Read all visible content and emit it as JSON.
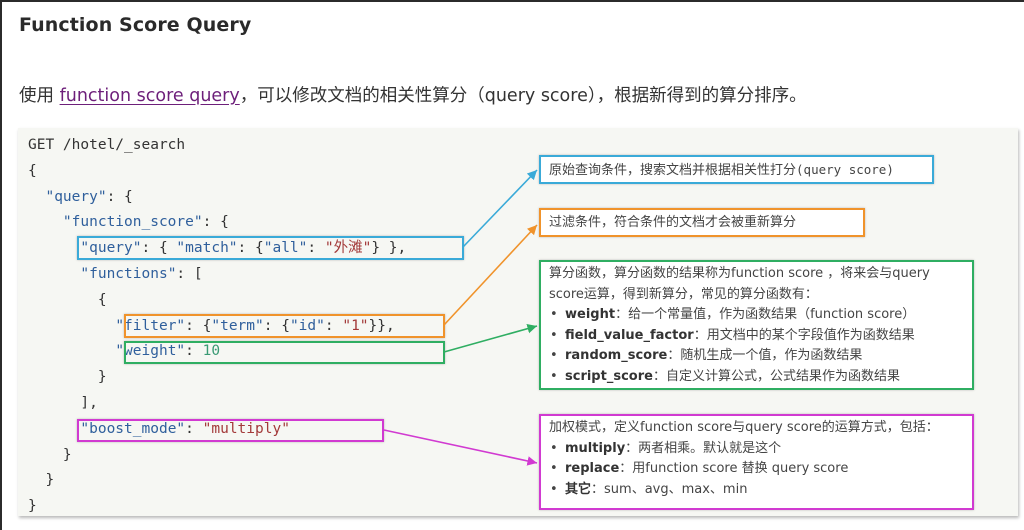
{
  "title": "Function Score Query",
  "intro": {
    "prefix": "使用 ",
    "link_text": "function score query",
    "suffix": "，可以修改文档的相关性算分（query score），根据新得到的算分排序。"
  },
  "code": {
    "request_line": "GET /hotel/_search",
    "lines": {
      "open": "{",
      "query_key": "\"query\"",
      "query_open": ": {",
      "fs_key": "\"function_score\"",
      "fs_open": ": {",
      "inner_query_key": "\"query\"",
      "inner_query_mid1": ": { ",
      "match_key": "\"match\"",
      "inner_query_mid2": ": {",
      "all_key": "\"all\"",
      "colon": ": ",
      "all_value": "\"外滩\"",
      "inner_query_close": "} },",
      "functions_key": "\"functions\"",
      "functions_open": ": [",
      "fn_open": "{",
      "filter_key": "\"filter\"",
      "filter_mid1": ": {",
      "term_key": "\"term\"",
      "filter_mid2": ": {",
      "id_key": "\"id\"",
      "id_value": "\"1\"",
      "filter_close": "}},",
      "weight_key": "\"weight\"",
      "weight_value": "10",
      "fn_close": "}",
      "functions_close": "],",
      "boost_key": "\"boost_mode\"",
      "boost_value": "\"multiply\"",
      "fs_close": "}",
      "query_close": "}",
      "close": "}"
    }
  },
  "notes": {
    "query": {
      "text": "原始查询条件，搜索文档并根据相关性打分",
      "mono": "(query score)",
      "color": "#3aaad8"
    },
    "filter": {
      "text": "过滤条件，符合条件的文档才会被重新算分",
      "color": "#f0932b"
    },
    "functions": {
      "intro_line1": "算分函数，算分函数的结果称为function score ，将来会与query",
      "intro_line2": "score运算，得到新算分，常见的算分函数有：",
      "items": [
        {
          "term": "weight",
          "desc": "：给一个常量值，作为函数结果（function score）"
        },
        {
          "term": "field_value_factor",
          "desc": "：用文档中的某个字段值作为函数结果"
        },
        {
          "term": "random_score",
          "desc": "：随机生成一个值，作为函数结果"
        },
        {
          "term": "script_score",
          "desc": "：自定义计算公式，公式结果作为函数结果"
        }
      ],
      "color": "#2fae62"
    },
    "boost": {
      "intro": "加权模式，定义function score与query score的运算方式，包括：",
      "items": [
        {
          "term": "multiply",
          "desc": "：两者相乘。默认就是这个"
        },
        {
          "term": "replace",
          "desc": "：用function score 替换 query score"
        },
        {
          "term": "其它",
          "desc": "：sum、avg、max、min"
        }
      ],
      "color": "#d13ad1"
    }
  }
}
